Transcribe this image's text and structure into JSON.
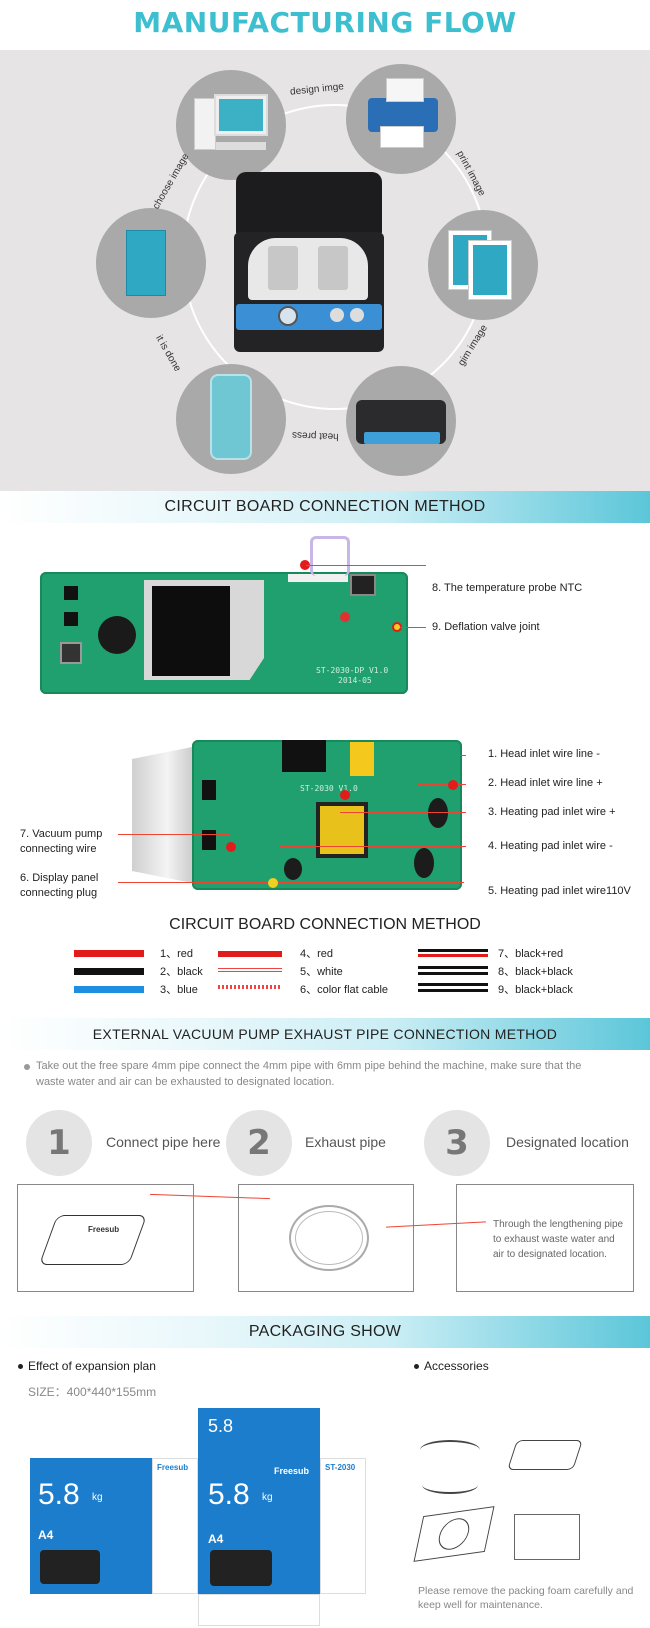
{
  "header": {
    "title": "MANUFACTURING FLOW"
  },
  "flow": {
    "labels": {
      "design": "design imge",
      "print": "print image",
      "gim": "gim image",
      "press": "heat press",
      "done": "it is done",
      "choose": "choose image"
    }
  },
  "circuit": {
    "title": "CIRCUIT BOARD CONNECTION METHOD",
    "board_top_text": "ST-2030-DP V1.0",
    "board_top_date": "2014-05",
    "board_bottom_text": "ST-2030 V1.0",
    "labels": {
      "l8": "8. The temperature probe NTC",
      "l9": "9. Deflation valve joint",
      "l1": "1. Head inlet wire line -",
      "l2": "2. Head inlet wire line +",
      "l3": "3. Heating pad inlet wire +",
      "l4": "4.  Heating pad inlet wire -",
      "l5": "5. Heating pad inlet wire110V",
      "l7a": "7. Vacuum pump",
      "l7b": "connecting wire",
      "l6a": "6. Display panel",
      "l6b": "connecting plug"
    }
  },
  "legend": {
    "title": "CIRCUIT BOARD CONNECTION METHOD",
    "items": [
      "1、red",
      "2、black",
      "3、blue",
      "4、red",
      "5、white",
      "6、color flat cable",
      "7、black+red",
      "8、black+black",
      "9、black+black"
    ]
  },
  "vacuum": {
    "title": "EXTERNAL VACUUM PUMP EXHAUST PIPE CONNECTION METHOD",
    "note": "Take out the free spare 4mm pipe connect the 4mm pipe with 6mm pipe behind the machine, make sure that the waste water and air can be exhausted to designated location.",
    "steps": [
      {
        "num": "1",
        "label": "Connect pipe here"
      },
      {
        "num": "2",
        "label": "Exhaust pipe"
      },
      {
        "num": "3",
        "label": "Designated location"
      }
    ],
    "box3_text": "Through the lengthening pipe to exhaust waste water and air to designated location.",
    "box1_brand": "Freesub"
  },
  "packaging": {
    "title": "PACKAGING SHOW",
    "effect_label": "Effect of expansion plan",
    "size_label": "SIZE：400*440*155mm",
    "accessories_label": "Accessories",
    "note": "Please remove the packing foam carefully and keep well for maintenance.",
    "box_weight": "5.8",
    "box_unit": "kg",
    "box_brand": "Freesub",
    "box_model": "ST-2030",
    "box_size": "A4"
  },
  "colors": {
    "accent": "#3dbfd0",
    "pcb": "#20a06e",
    "wire_red": "#e21b1b",
    "box_blue": "#1c7dcc"
  }
}
